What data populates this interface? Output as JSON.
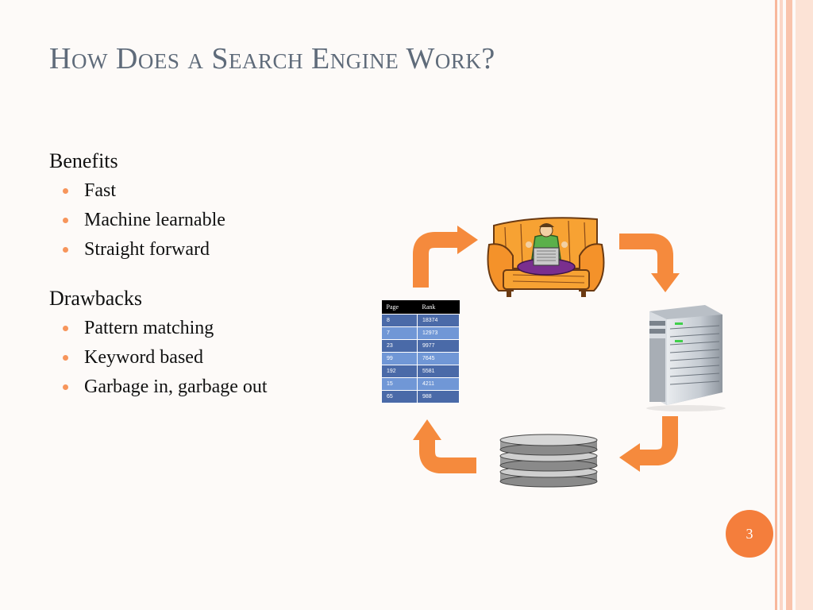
{
  "slide": {
    "title": "How Does a Search Engine Work?",
    "page_number": "3"
  },
  "benefits": {
    "heading": "Benefits",
    "items": [
      "Fast",
      "Machine learnable",
      "Straight forward"
    ]
  },
  "drawbacks": {
    "heading": "Drawbacks",
    "items": [
      "Pattern matching",
      "Keyword based",
      "Garbage in, garbage out"
    ]
  },
  "rank_table": {
    "headers": [
      "Page",
      "Rank"
    ],
    "rows": [
      [
        "8",
        "18374"
      ],
      [
        "7",
        "12973"
      ],
      [
        "23",
        "9977"
      ],
      [
        "99",
        "7645"
      ],
      [
        "192",
        "5581"
      ],
      [
        "15",
        "4211"
      ],
      [
        "65",
        "988"
      ]
    ]
  },
  "colors": {
    "accent": "#f47e3c",
    "bullet": "#f7955b",
    "title": "#5f6b7a",
    "arrow": "#f58a3d",
    "right_bar_light": "#fbd6c6",
    "right_bar_mid": "#f8b79b"
  },
  "icons": [
    "person-on-couch-icon",
    "server-icon",
    "database-icon",
    "cycle-arrow-icon"
  ]
}
